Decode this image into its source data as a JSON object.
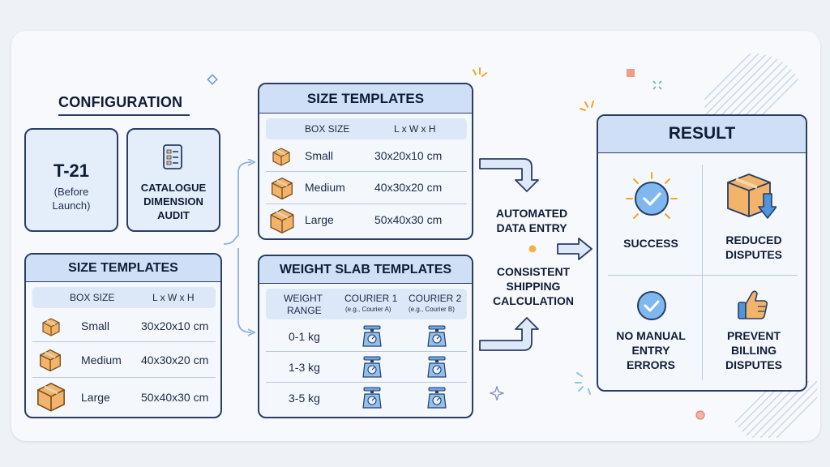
{
  "configuration": {
    "title": "CONFIGURATION",
    "t21": {
      "title": "T-21",
      "subtitle_line1": "(Before",
      "subtitle_line2": "Launch)"
    },
    "audit": {
      "line1": "CATALOGUE",
      "line2": "DIMENSION",
      "line3": "AUDIT",
      "icon": "document-list-icon"
    }
  },
  "size_templates_left": {
    "title": "SIZE TEMPLATES",
    "headers": [
      "BOX SIZE",
      "L x W x H"
    ],
    "rows": [
      {
        "size": "Small",
        "dims": "30x20x10 cm"
      },
      {
        "size": "Medium",
        "dims": "40x30x20 cm"
      },
      {
        "size": "Large",
        "dims": "50x40x30 cm"
      }
    ]
  },
  "size_templates_top": {
    "title": "SIZE TEMPLATES",
    "headers": [
      "BOX SIZE",
      "L x W x H"
    ],
    "rows": [
      {
        "size": "Small",
        "dims": "30x20x10 cm"
      },
      {
        "size": "Medium",
        "dims": "40x30x20 cm"
      },
      {
        "size": "Large",
        "dims": "50x40x30 cm"
      }
    ]
  },
  "weight_slab_templates": {
    "title": "WEIGHT SLAB TEMPLATES",
    "headers": {
      "range_line1": "WEIGHT",
      "range_line2": "RANGE",
      "c1": "COURIER 1",
      "c1_sub": "(e.g., Courier A)",
      "c2": "COURIER 2",
      "c2_sub": "(e.g., Courier B)"
    },
    "rows": [
      {
        "range": "0-1 kg"
      },
      {
        "range": "1-3 kg"
      },
      {
        "range": "3-5 kg"
      }
    ],
    "icon": "scale-icon"
  },
  "flow": {
    "automated_line1": "AUTOMATED",
    "automated_line2": "DATA ENTRY",
    "consistent_line1": "CONSISTENT",
    "consistent_line2": "SHIPPING",
    "consistent_line3": "CALCULATION"
  },
  "result": {
    "title": "RESULT",
    "success": "SUCCESS",
    "reduced_line1": "REDUCED",
    "reduced_line2": "DISPUTES",
    "no_manual_line1": "NO MANUAL",
    "no_manual_line2": "ENTRY",
    "no_manual_line3": "ERRORS",
    "prevent_line1": "PREVENT",
    "prevent_line2": "BILLING",
    "prevent_line3": "DISPUTES"
  },
  "colors": {
    "navy": "#2a3e64",
    "header_blue": "#cfe0f6",
    "box_orange": "#f2b36a",
    "icon_blue": "#5aa0e6",
    "accent_orange": "#f5a623"
  }
}
